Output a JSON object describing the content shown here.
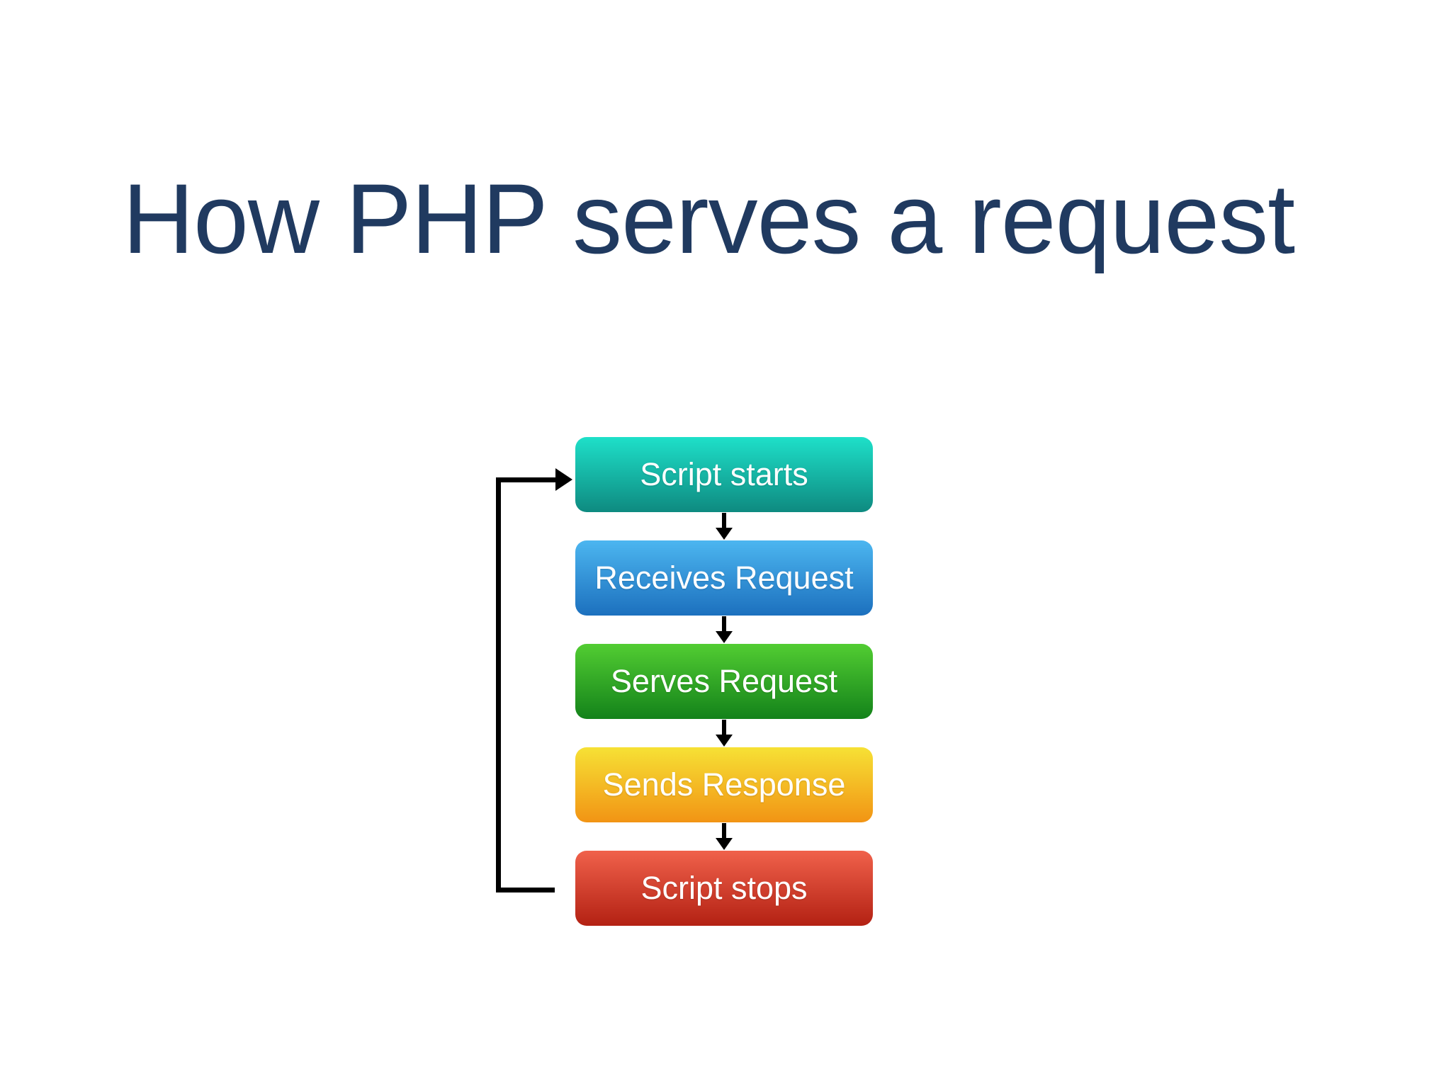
{
  "slide": {
    "title": "How PHP serves a request",
    "title_color": "#203a60",
    "background": "#ffffff"
  },
  "flowchart": {
    "connector_color": "#000000",
    "label_color": "#ffffff",
    "steps": [
      {
        "label": "Script starts",
        "color_top": "#1ee0c9",
        "color_bottom": "#0e8a80"
      },
      {
        "label": "Receives Request",
        "color_top": "#4cb6f0",
        "color_bottom": "#1c70be"
      },
      {
        "label": "Serves Request",
        "color_top": "#52cd32",
        "color_bottom": "#13821a"
      },
      {
        "label": "Sends Response",
        "color_top": "#f6e135",
        "color_bottom": "#f29414"
      },
      {
        "label": "Script stops",
        "color_top": "#f0614b",
        "color_bottom": "#b32113"
      }
    ],
    "loop_back": {
      "from": "Script stops",
      "to": "Script starts"
    }
  }
}
